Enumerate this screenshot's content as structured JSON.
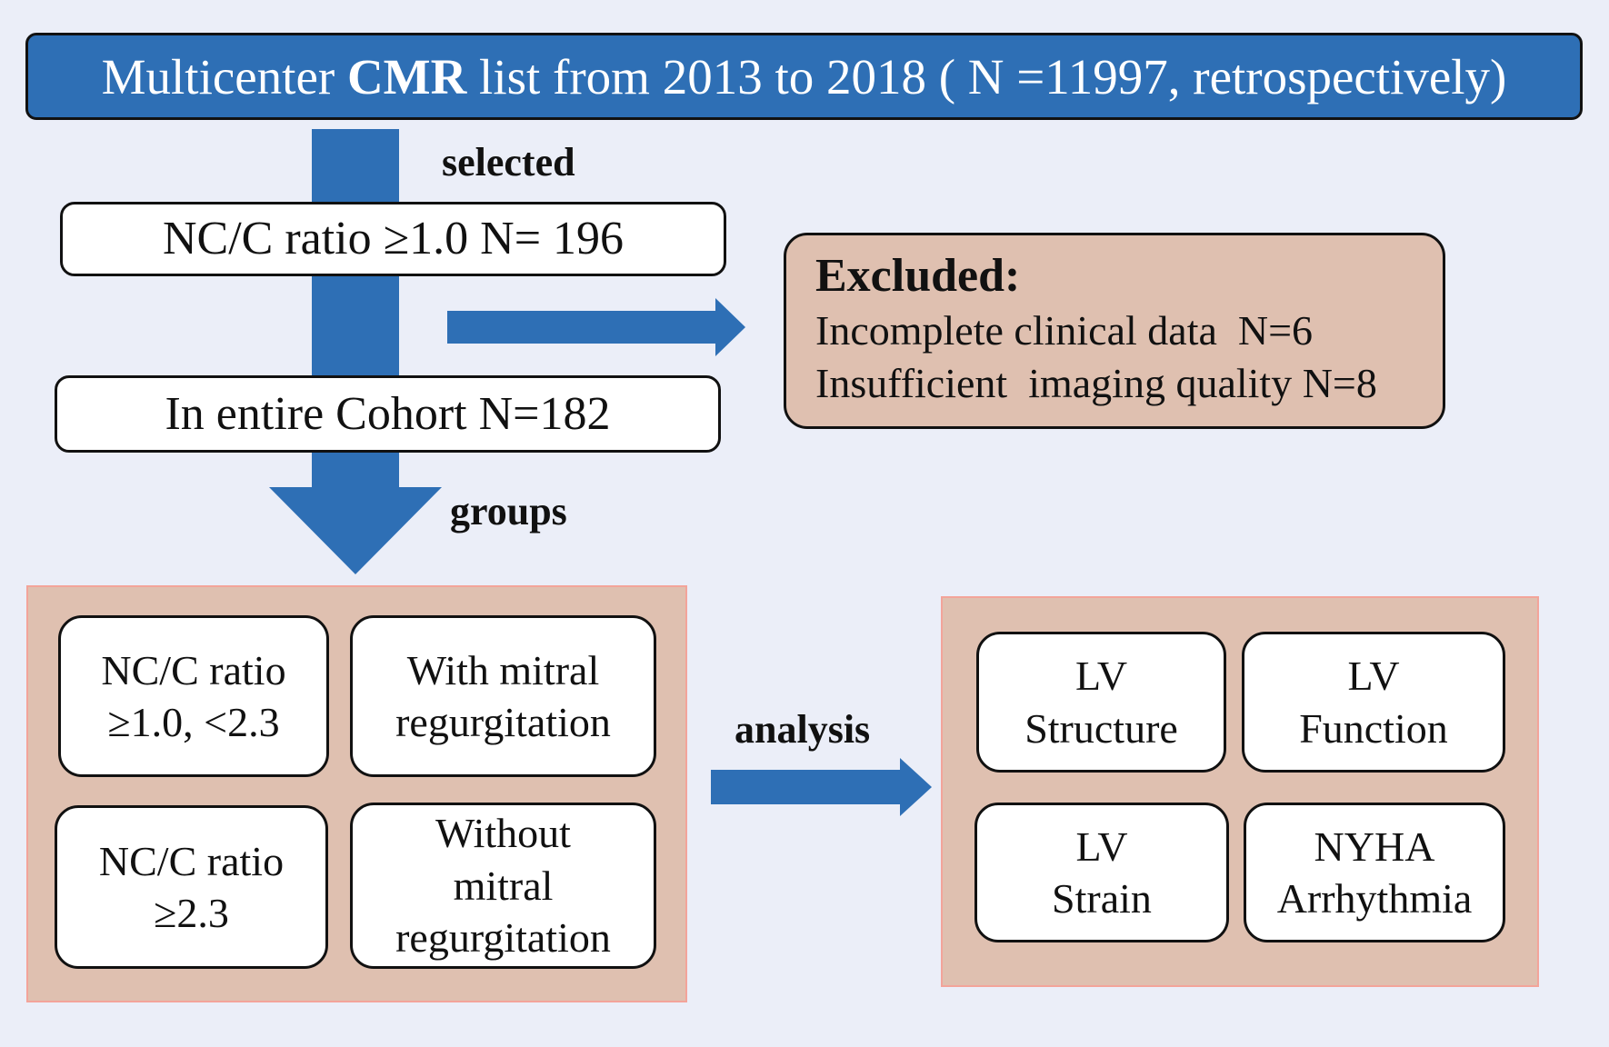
{
  "title": {
    "before": "Multicenter",
    "bold": "CMR",
    "after": "list from 2013 to 2018 ( N =11997, retrospectively)"
  },
  "labels": {
    "selected": "selected",
    "groups": "groups",
    "analysis": "analysis"
  },
  "selection_box": "NC/C ratio ≥1.0   N= 196",
  "cohort_box": "In entire Cohort  N=182",
  "excluded": {
    "heading": "Excluded:",
    "lines": [
      "Incomplete clinical data  N=6",
      "Insufficient  imaging quality N=8"
    ]
  },
  "groups": [
    {
      "line1": "NC/C ratio",
      "line2": "≥1.0, <2.3",
      "line3": ""
    },
    {
      "line1": "With mitral",
      "line2": "regurgitation",
      "line3": ""
    },
    {
      "line1": "NC/C ratio",
      "line2": "≥2.3",
      "line3": ""
    },
    {
      "line1": "Without",
      "line2": "mitral",
      "line3": "regurgitation"
    }
  ],
  "analysis_items": [
    {
      "line1": "LV",
      "line2": "Structure"
    },
    {
      "line1": "LV",
      "line2": "Function"
    },
    {
      "line1": "LV",
      "line2": "Strain"
    },
    {
      "line1": "NYHA",
      "line2": "Arrhythmia"
    }
  ],
  "colors": {
    "accent_blue": "#2e6fb5",
    "panel_fill": "#dfc0b0",
    "panel_border": "#f3a49a",
    "background": "#ebeef8"
  }
}
